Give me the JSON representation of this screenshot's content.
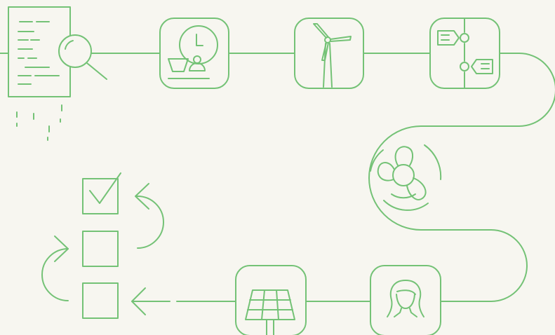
{
  "colors": {
    "background": "#f7f6f0",
    "stroke": "#74c276",
    "stroke_light": "#8fd090"
  },
  "nodes": [
    {
      "id": "document-search",
      "icon": "document-magnifier-icon"
    },
    {
      "id": "remote-work",
      "icon": "clock-laptop-person-icon"
    },
    {
      "id": "wind-power",
      "icon": "wind-turbine-icon"
    },
    {
      "id": "data-exchange",
      "icon": "tag-connection-icon"
    },
    {
      "id": "ventilation",
      "icon": "fan-icon"
    },
    {
      "id": "person",
      "icon": "person-icon"
    },
    {
      "id": "solar-power",
      "icon": "solar-panel-icon"
    },
    {
      "id": "checklist",
      "icon": "checklist-icon",
      "items_checked": [
        true,
        false,
        false
      ]
    }
  ]
}
